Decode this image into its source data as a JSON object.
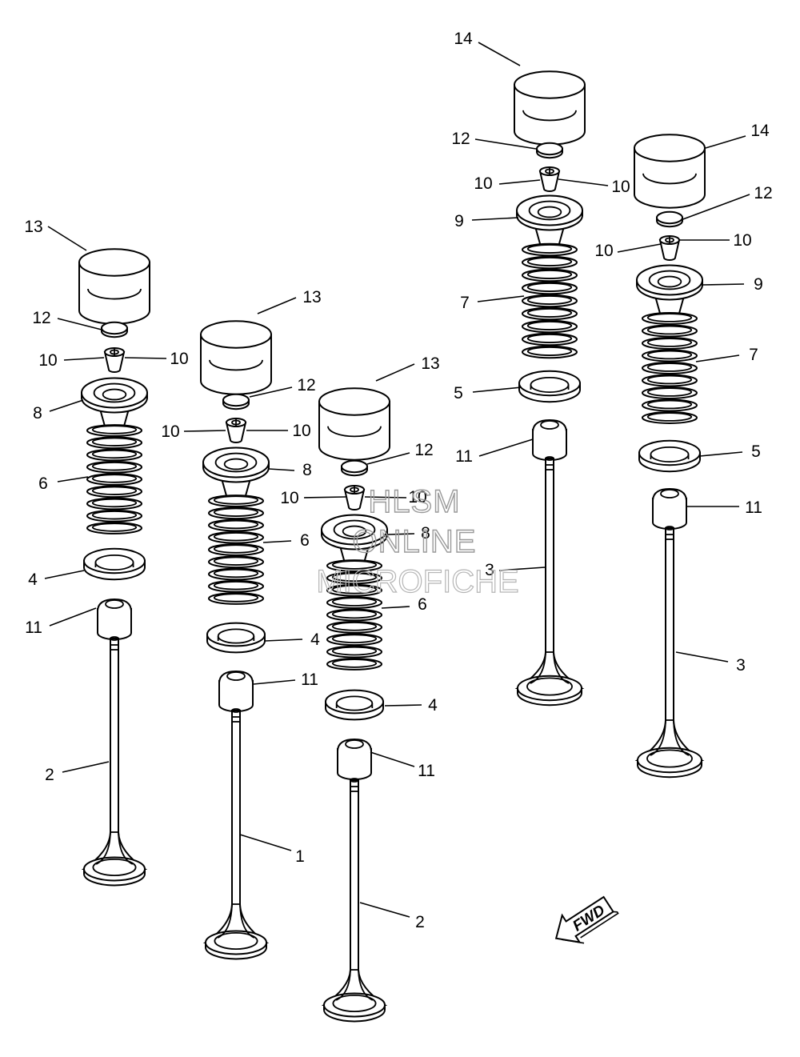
{
  "diagram": {
    "type": "exploded parts diagram",
    "callouts": [
      {
        "id": "c1",
        "number": "1"
      },
      {
        "id": "c2a",
        "number": "2"
      },
      {
        "id": "c2b",
        "number": "2"
      },
      {
        "id": "c3a",
        "number": "3"
      },
      {
        "id": "c3b",
        "number": "3"
      },
      {
        "id": "c4a",
        "number": "4"
      },
      {
        "id": "c4b",
        "number": "4"
      },
      {
        "id": "c4c",
        "number": "4"
      },
      {
        "id": "c5a",
        "number": "5"
      },
      {
        "id": "c5b",
        "number": "5"
      },
      {
        "id": "c6a",
        "number": "6"
      },
      {
        "id": "c6b",
        "number": "6"
      },
      {
        "id": "c6c",
        "number": "6"
      },
      {
        "id": "c7a",
        "number": "7"
      },
      {
        "id": "c7b",
        "number": "7"
      },
      {
        "id": "c8a",
        "number": "8"
      },
      {
        "id": "c8b",
        "number": "8"
      },
      {
        "id": "c8c",
        "number": "8"
      },
      {
        "id": "c9a",
        "number": "9"
      },
      {
        "id": "c9b",
        "number": "9"
      },
      {
        "id": "c10a",
        "number": "10"
      },
      {
        "id": "c10b",
        "number": "10"
      },
      {
        "id": "c10c",
        "number": "10"
      },
      {
        "id": "c10d",
        "number": "10"
      },
      {
        "id": "c10e",
        "number": "10"
      },
      {
        "id": "c10f",
        "number": "10"
      },
      {
        "id": "c10g",
        "number": "10"
      },
      {
        "id": "c10h",
        "number": "10"
      },
      {
        "id": "c10i",
        "number": "10"
      },
      {
        "id": "c10j",
        "number": "10"
      },
      {
        "id": "c11a",
        "number": "11"
      },
      {
        "id": "c11b",
        "number": "11"
      },
      {
        "id": "c11c",
        "number": "11"
      },
      {
        "id": "c11d",
        "number": "11"
      },
      {
        "id": "c11e",
        "number": "11"
      },
      {
        "id": "c12a",
        "number": "12"
      },
      {
        "id": "c12b",
        "number": "12"
      },
      {
        "id": "c12c",
        "number": "12"
      },
      {
        "id": "c12d",
        "number": "12"
      },
      {
        "id": "c12e",
        "number": "12"
      },
      {
        "id": "c13a",
        "number": "13"
      },
      {
        "id": "c13b",
        "number": "13"
      },
      {
        "id": "c13c",
        "number": "13"
      },
      {
        "id": "c14a",
        "number": "14"
      },
      {
        "id": "c14b",
        "number": "14"
      }
    ],
    "fwd_label": "FWD",
    "watermark": [
      "HLSM",
      "ONLINE",
      "MICROFICHE"
    ]
  }
}
